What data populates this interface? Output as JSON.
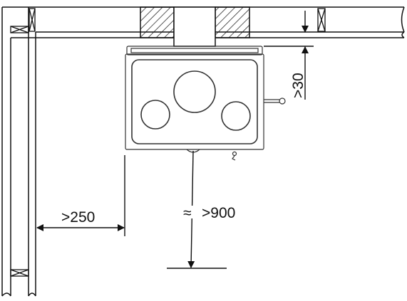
{
  "diagram": {
    "dimensions": {
      "top_clearance": ">30",
      "side_clearance": ">250",
      "front_clearance": ">900"
    },
    "break_symbol": "≈",
    "colors": {
      "line": "#111111",
      "hob_outline": "#333333",
      "background": "#ffffff"
    },
    "icons": {
      "wall_insulation": "cross-box-icon",
      "beam_hatch": "hatched-beam-icon",
      "arrow": "dimension-arrow-icon"
    }
  }
}
